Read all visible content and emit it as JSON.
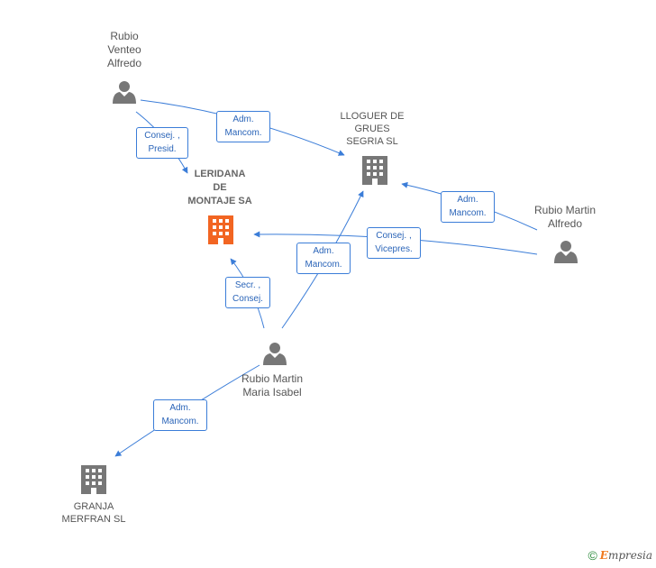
{
  "nodes": {
    "rubio_venteo": {
      "label": "Rubio\nVenteo\nAlfredo",
      "type": "person"
    },
    "leridana": {
      "label": "LERIDANA\nDE\nMONTAJE SA",
      "type": "focus-company"
    },
    "lloguer": {
      "label": "LLOGUER DE\nGRUES\nSEGRIA SL",
      "type": "company"
    },
    "rubio_martin_alfredo": {
      "label": "Rubio Martin\nAlfredo",
      "type": "person"
    },
    "rubio_martin_maria": {
      "label": "Rubio Martin\nMaria Isabel",
      "type": "person"
    },
    "granja": {
      "label": "GRANJA\nMERFRAN SL",
      "type": "company"
    }
  },
  "edges": {
    "e1": {
      "label": "Adm.\nMancom."
    },
    "e2": {
      "label": "Consej. ,\nPresid."
    },
    "e3": {
      "label": "Adm.\nMancom."
    },
    "e4": {
      "label": "Consej. ,\nVicepres."
    },
    "e5": {
      "label": "Secr. ,\nConsej."
    },
    "e6": {
      "label": "Adm.\nMancom."
    },
    "e7": {
      "label": "Adm.\nMancom."
    }
  },
  "colors": {
    "edge": "#3b7dd8",
    "person": "#777777",
    "company": "#777777",
    "focus": "#f26522"
  },
  "footer": {
    "copyright_symbol": "©",
    "brand_first": "E",
    "brand_rest": "mpresia"
  }
}
